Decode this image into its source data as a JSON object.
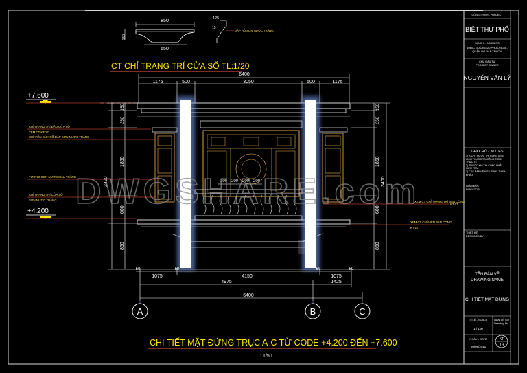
{
  "colors": {
    "background": "#000000",
    "frame": "#d8d8d8",
    "dimension": "#ffffff",
    "accent_line": "#ff5a3c",
    "title_text": "#ffe400",
    "annotation": "#ffe05a",
    "structure": "#e8e8e8",
    "column_glow": "#7fa7ff",
    "window_lines": "#f2b25a",
    "watermark": "#8a8a8a",
    "axis_line": "#7a7acc"
  },
  "watermark": "DWGSHARE.com",
  "detail": {
    "title": "CT CHỈ TRANG TRÍ CỬA SỔ TL:1/20",
    "dims": [
      "850",
      "650",
      "125",
      "15"
    ],
    "note": "ĐẮP HỒ SƠN NƯỚC TRẮNG"
  },
  "elevation": {
    "top_dim_total": "6400",
    "top_dims": [
      "1175",
      "500",
      "3050",
      "500",
      "1175"
    ],
    "left_vertical_total": "3400",
    "left_vertical_dims": [
      "150",
      "350",
      "1850",
      "600",
      "850"
    ],
    "right_vertical_total": "3400",
    "right_vertical_dims": [
      "150",
      "350",
      "1850",
      "600",
      "850"
    ],
    "center_small_dims": [
      "200",
      "200",
      "200",
      "200"
    ],
    "bottom_dims": [
      "50",
      "1075",
      "50",
      "4150",
      "50",
      "1075",
      "50"
    ],
    "bottom_secondary": [
      "4975",
      "1425"
    ],
    "bottom_total": "6400",
    "level_top": "+7.600",
    "level_bottom": "+4.200",
    "left_annotations": [
      "CHỈ TRANG TRÍ ĐẦU CỬA SỔ",
      "XEM CT KT-17",
      "CHỈ VIỀN CỬA SỔ ĐẮP SƠN NƯỚC TRẮNG",
      "TƯỜNG SƠN NƯỚC MÀU TRẮNG",
      "CHỈ TRANG TRÍ CỬA SỔ",
      "SƠN NƯỚC TRẮNG"
    ],
    "right_annotations": [
      "XEM CT CHỈ TRANG TRÍ BAN CÔNG",
      "KT-17",
      "XEM CT CHỈ VIỀN BAN CÔNG",
      "KT-17"
    ],
    "axes": [
      "A",
      "B",
      "C"
    ],
    "title": "CHI TIẾT MẶT ĐỨNG TRỤC A-C TỪ CODE +4.200 ĐẾN +7.600",
    "scale": "TL : 1/50"
  },
  "title_block": {
    "header": "CÔNG TRÌNH - PROJECT",
    "project": "BIỆT THỰ PHỐ",
    "address_label": "ĐỊA CHỈ - ADDRESS",
    "address": "1060C ĐƯỜNG 20 PHƯỜNG 5 - QUẬN GÒ VẤP TPHCM",
    "owner_label": "CHỦ ĐẦU TƯ",
    "owner_label_en": "PROJECT OWNER",
    "owner": "NGUYỄN VĂN LÝ",
    "notes_header": "GHI CHÚ - NOTES",
    "notes": [
      "1) KÍCH THƯỚC THI CÔNG XEM KÍCH THƯỚC TẠI CÔNG TRÌNH THỰC TẾ",
      "2) TRƯỚC KHI THI CÔNG PHẢI KIỂM TRA",
      "3) CÁC BẢN VẼ KIẾN TRÚC THAM KHẢO"
    ],
    "director_label": "GIÁM ĐỐC",
    "director_label_en": "DIRECTOR",
    "designer_label": "THIẾT KẾ",
    "designer_label_en": "DESIGNED BY",
    "drawing_name_label": "TÊN BẢN VẼ",
    "drawing_name_label_en": "DRAWING NAME",
    "drawing_name": "CHI TIẾT MẶT ĐỨNG",
    "scale_label": "TỈ LỆ - SCALE",
    "scale": "1 / 100",
    "drawing_no_label": "BẢN VẼ SỐ",
    "drawing_no_label_en": "Drawing No.",
    "date_label": "NGÀY - DATE",
    "date": "20/09/2011",
    "sheet_prefix": "KT",
    "sheet_number": "19"
  }
}
